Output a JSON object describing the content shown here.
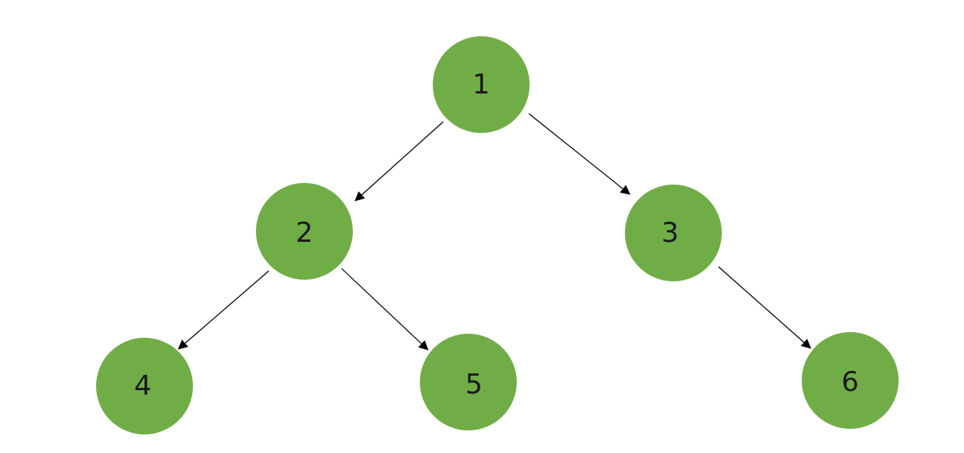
{
  "diagram": {
    "type": "binary-tree",
    "node_color": "#70AD47",
    "edge_color": "#000000",
    "nodes": [
      {
        "id": "1",
        "label": "1"
      },
      {
        "id": "2",
        "label": "2"
      },
      {
        "id": "3",
        "label": "3"
      },
      {
        "id": "4",
        "label": "4"
      },
      {
        "id": "5",
        "label": "5"
      },
      {
        "id": "6",
        "label": "6"
      }
    ],
    "edges": [
      {
        "from": "1",
        "to": "2"
      },
      {
        "from": "1",
        "to": "3"
      },
      {
        "from": "2",
        "to": "4"
      },
      {
        "from": "2",
        "to": "5"
      },
      {
        "from": "3",
        "to": "6"
      }
    ]
  }
}
